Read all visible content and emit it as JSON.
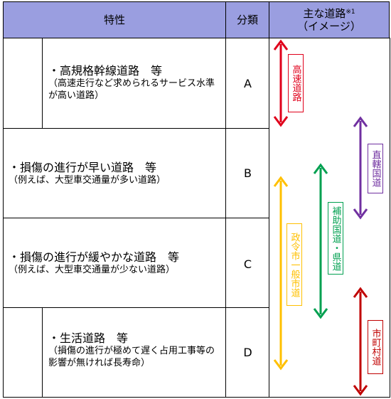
{
  "header": {
    "trait": "特性",
    "classification": "分類",
    "road_line1": "主な道路",
    "road_note": "※1",
    "road_line2": "（イメージ）"
  },
  "rows": [
    {
      "class": "A",
      "main": "・高規格幹線道路　等",
      "sub": "（高速走行など求められるサービス水準が高い道路）"
    },
    {
      "class": "B",
      "main": "・損傷の進行が早い道路　等",
      "sub": "（例えば、大型車交通量が多い道路）"
    },
    {
      "class": "C",
      "main": "・損傷の進行が緩やかな道路　等",
      "sub": "（例えば、大型車交通量が少ない道路）"
    },
    {
      "class": "D",
      "main": "・生活道路　等",
      "sub": "（損傷の進行が極めて遅く占用工事等の影響が無ければ長寿命）"
    }
  ],
  "roads": [
    {
      "label": "高速道路",
      "color": "#e0001b"
    },
    {
      "label": "直轄国道",
      "color": "#7030a0"
    },
    {
      "label": "補助国道・県道",
      "color": "#00a050"
    },
    {
      "label": "政令市一般市道",
      "color": "#ffc000"
    },
    {
      "label": "市町村道",
      "color": "#c00000"
    }
  ]
}
